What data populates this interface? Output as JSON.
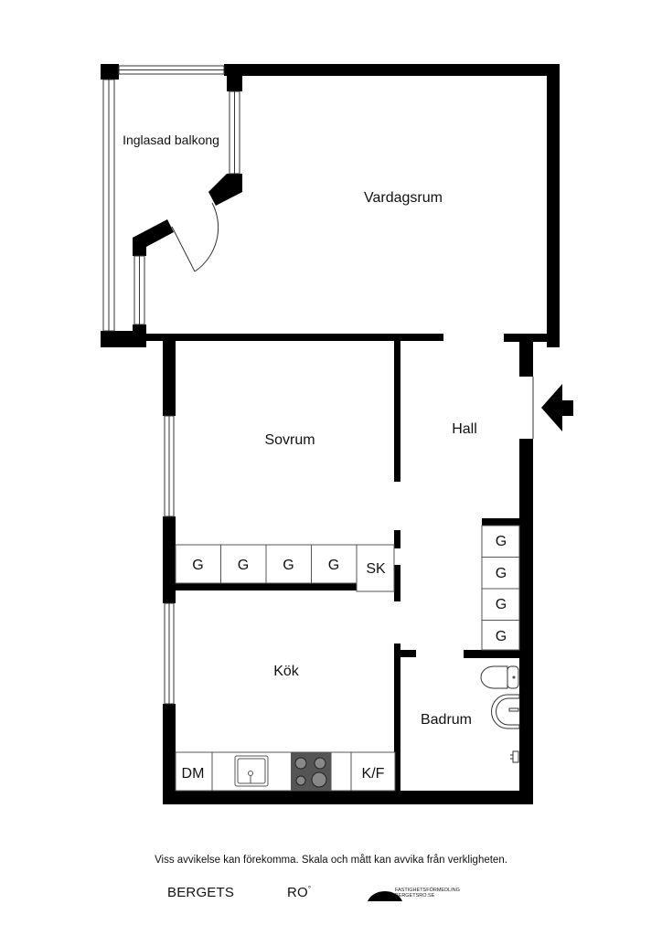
{
  "rooms": {
    "balcony": "Inglasad balkong",
    "living": "Vardagsrum",
    "bedroom": "Sovrum",
    "hall": "Hall",
    "kitchen": "Kök",
    "bathroom": "Badrum"
  },
  "storage": {
    "bedroom_closets": [
      "G",
      "G",
      "G",
      "G"
    ],
    "bedroom_extra": "SK",
    "hall_closets": [
      "G",
      "G",
      "G",
      "G"
    ]
  },
  "kitchen_fixtures": {
    "dishwasher": "DM",
    "fridge_freezer": "K/F"
  },
  "footer": {
    "disclaimer": "Viss avvikelse kan förekomma. Skala och mått kan avvika från verkligheten.",
    "brand_left": "BERGETS",
    "brand_right": "RO",
    "brand_mark": "°",
    "agency_line1": "FASTIGHETSFÖRMEDLING",
    "agency_line2": "BERGETSRO.SE"
  },
  "colors": {
    "wall": "#000000",
    "stove": "#555555"
  }
}
